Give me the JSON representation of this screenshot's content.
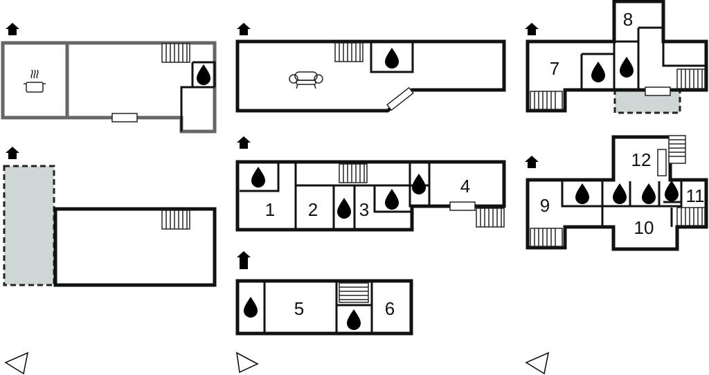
{
  "rooms": [
    {
      "label": "1"
    },
    {
      "label": "2"
    },
    {
      "label": "3"
    },
    {
      "label": "4"
    },
    {
      "label": "5"
    },
    {
      "label": "6"
    },
    {
      "label": "7"
    },
    {
      "label": "8"
    },
    {
      "label": "9"
    },
    {
      "label": "10"
    },
    {
      "label": "11"
    },
    {
      "label": "12"
    }
  ],
  "icons": {
    "bathroom": "water-drop-icon",
    "stairs": "stairs-icon",
    "floor": "house-floor-icon",
    "orientation": "compass-arrow-icon",
    "kitchen": "cooking-pot-icon",
    "living": "sofa-icon"
  },
  "colors": {
    "wall": "#111111",
    "terrace": "#cfd6d6",
    "water": "#a9dde6"
  }
}
